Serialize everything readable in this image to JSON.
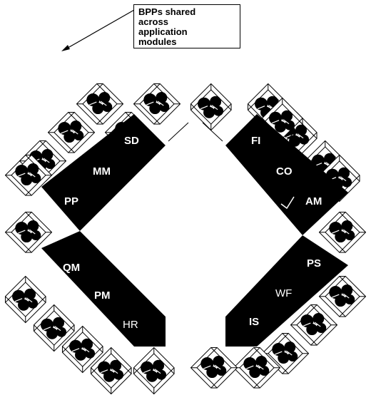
{
  "callout": {
    "lines": [
      "BPPs shared",
      "across",
      "application",
      "modules"
    ]
  },
  "modules": {
    "sd": "SD",
    "mm": "MM",
    "pp": "PP",
    "qm": "QM",
    "pm": "PM",
    "hr": "HR",
    "fi": "FI",
    "co": "CO",
    "am": "AM",
    "ps": "PS",
    "wf": "WF",
    "is": "IS"
  },
  "colors": {
    "band": "#000000",
    "text_on_band": "#ffffff",
    "background": "#ffffff",
    "line": "#000000"
  }
}
